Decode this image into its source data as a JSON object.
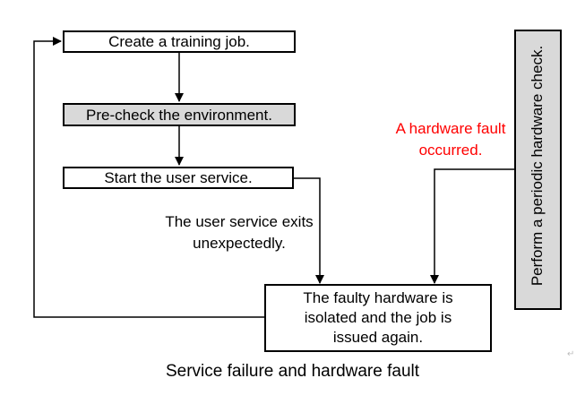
{
  "nodes": {
    "create_job": "Create a training job.",
    "precheck": "Pre-check the environment.",
    "start_service": "Start the user service.",
    "isolate": "The faulty hardware is isolated and the job is issued again.",
    "periodic_check": "Perform a periodic hardware check."
  },
  "labels": {
    "user_service_exit": "The user service exits unexpectedly.",
    "hardware_fault": "A hardware fault occurred."
  },
  "caption": "Service failure and hardware fault",
  "colors": {
    "fault_label": "#ff0000",
    "highlight_box": "#d9d9d9",
    "line": "#000000"
  }
}
